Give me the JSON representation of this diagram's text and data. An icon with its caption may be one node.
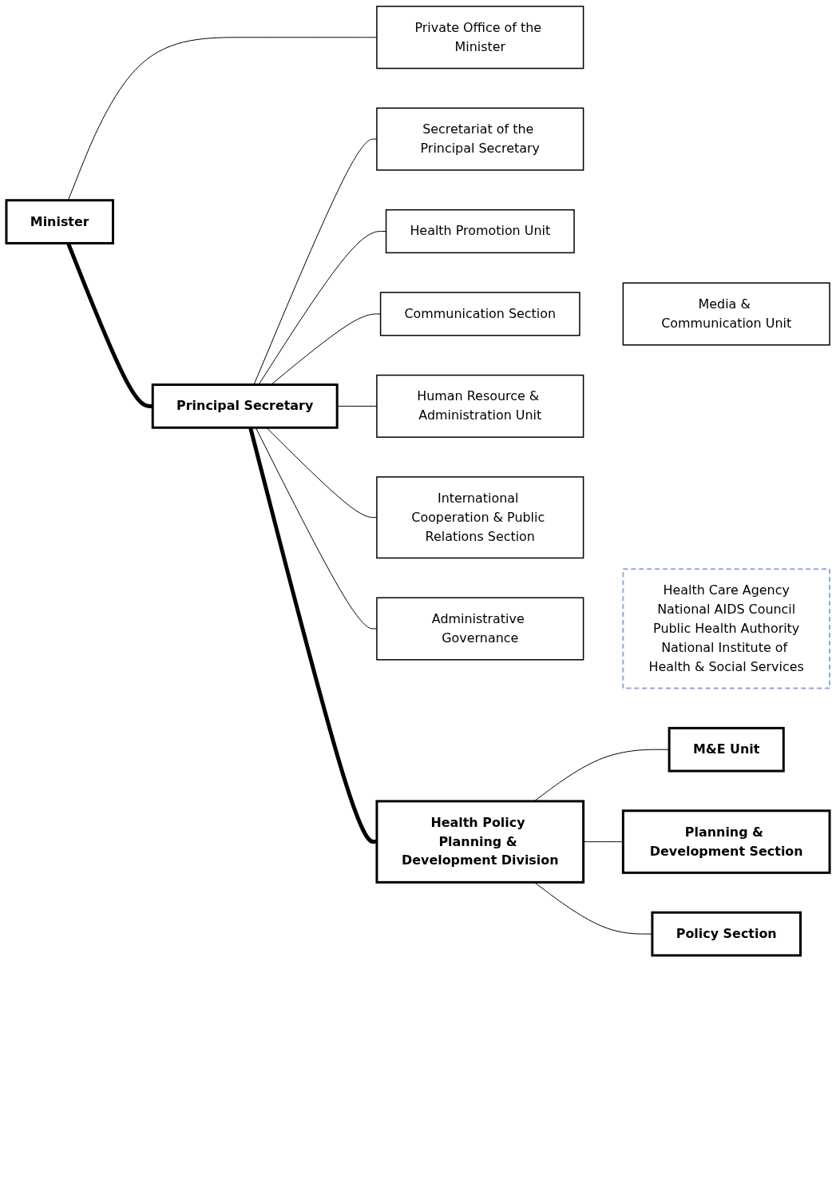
{
  "diagram": {
    "nodes": [
      {
        "text": [
          "Minister"
        ]
      },
      {
        "text": [
          "Private Office of the Minister"
        ]
      },
      {
        "text": [
          "Principal Secretary"
        ]
      },
      {
        "text": [
          "Secretariat of the Principal Secretary"
        ]
      },
      {
        "text": [
          "Health Promotion Unit"
        ]
      },
      {
        "text": [
          "Communication Section"
        ]
      },
      {
        "text": [
          "Media & Communication Unit"
        ]
      },
      {
        "text": [
          "Human Resource & Administration Unit"
        ]
      },
      {
        "text": [
          "International Cooperation & Public Relations Section"
        ]
      },
      {
        "text": [
          "Administrative Governance"
        ]
      },
      {
        "text": [
          "Health Care Agency",
          "National AIDS Council",
          "Public Health Authority",
          "National Institute of Health & Social Services"
        ]
      },
      {
        "text": [
          "Health Policy Planning & Development Division"
        ]
      },
      {
        "text": [
          "M&E Unit"
        ]
      },
      {
        "text": [
          "Planning & Development Section"
        ]
      },
      {
        "text": [
          "Policy Section"
        ]
      }
    ],
    "edges": [
      {
        "from": 0,
        "to": 2,
        "arrow": "none",
        "style": "thick"
      },
      {
        "from": 0,
        "to": 1,
        "arrow": "none"
      },
      {
        "from": 2,
        "to": 3,
        "arrow": "none"
      },
      {
        "from": 2,
        "to": 4,
        "arrow": "none"
      },
      {
        "from": 2,
        "to": 5,
        "arrow": "none"
      },
      {
        "from": 2,
        "to": 7,
        "arrow": "none"
      },
      {
        "from": 2,
        "to": 8,
        "arrow": "none"
      },
      {
        "from": 2,
        "to": 9,
        "arrow": "none"
      },
      {
        "from": 2,
        "to": 11,
        "arrow": "none",
        "style": "thick"
      },
      {
        "from": 11,
        "to": 12,
        "arrow": "none"
      },
      {
        "from": 11,
        "to": 13,
        "arrow": "none"
      },
      {
        "from": 11,
        "to": 14,
        "arrow": "none"
      }
    ]
  }
}
